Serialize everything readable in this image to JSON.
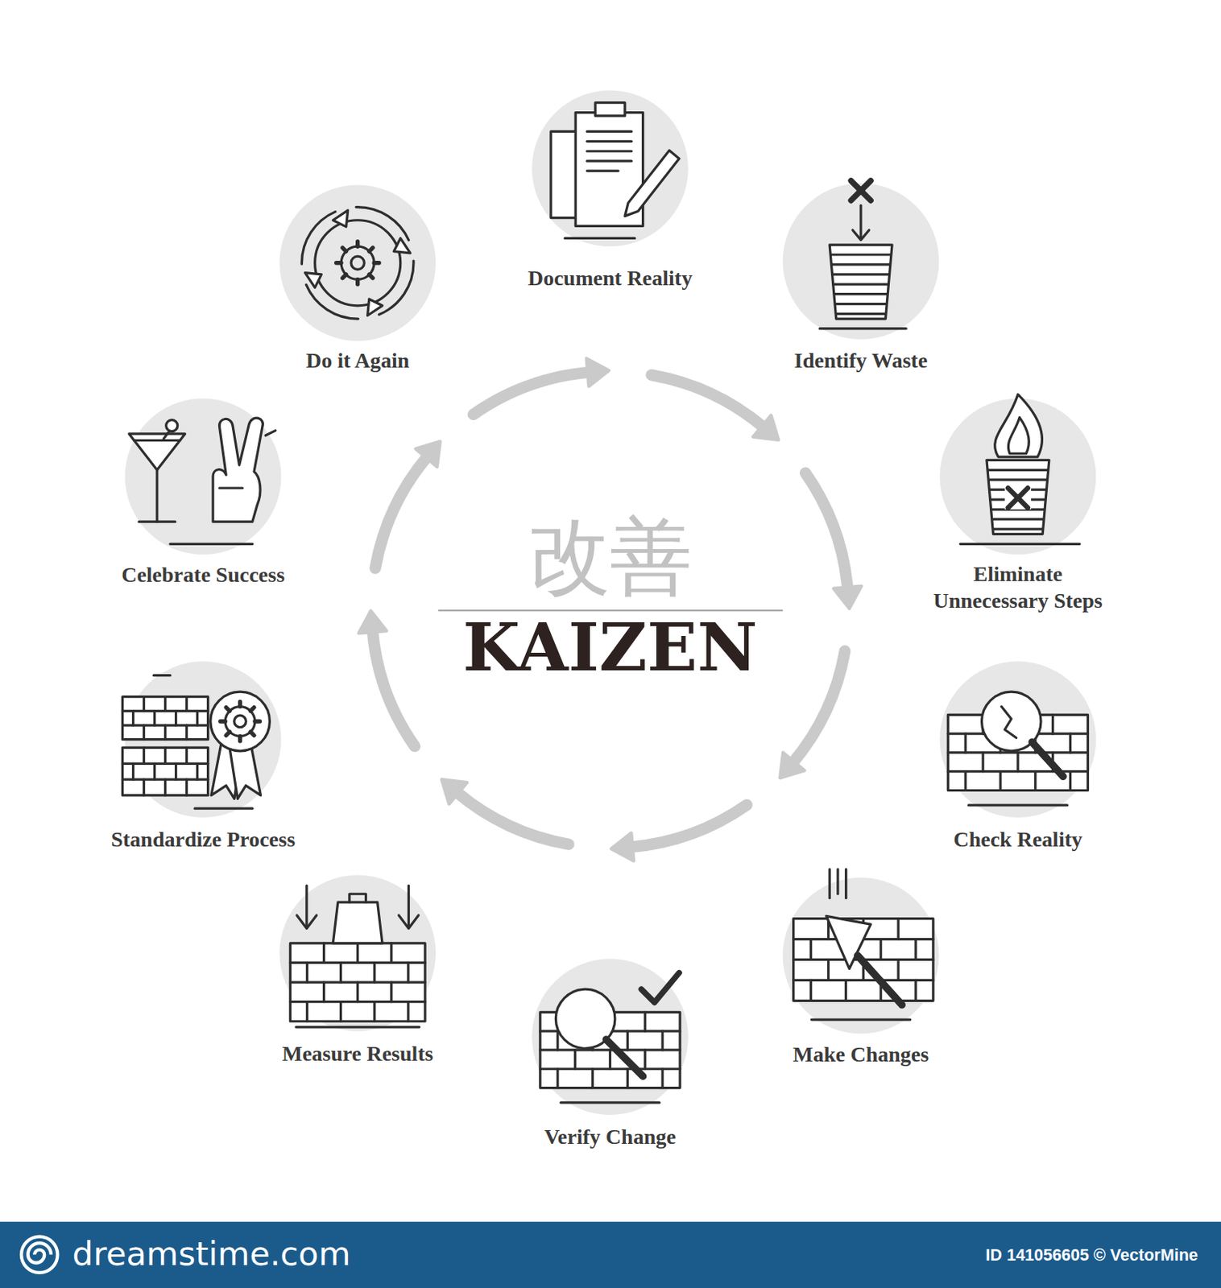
{
  "diagram": {
    "title": "KAIZEN",
    "nodes": [
      {
        "text": [
          "Document Reality"
        ]
      },
      {
        "text": [
          "Identify Waste"
        ]
      },
      {
        "text": [
          "Eliminate Unnecessary Steps"
        ]
      },
      {
        "text": [
          "Check Reality"
        ]
      },
      {
        "text": [
          "Make Changes"
        ]
      },
      {
        "text": [
          "Verify Change"
        ]
      },
      {
        "text": [
          "Measure Results"
        ]
      },
      {
        "text": [
          "Standardize Process"
        ]
      },
      {
        "text": [
          "Celebrate Success"
        ]
      },
      {
        "text": [
          "Do it Again"
        ]
      }
    ],
    "labels": [
      "改善",
      "dreamstime.com",
      "ID 141056605 © VectorMine"
    ]
  }
}
